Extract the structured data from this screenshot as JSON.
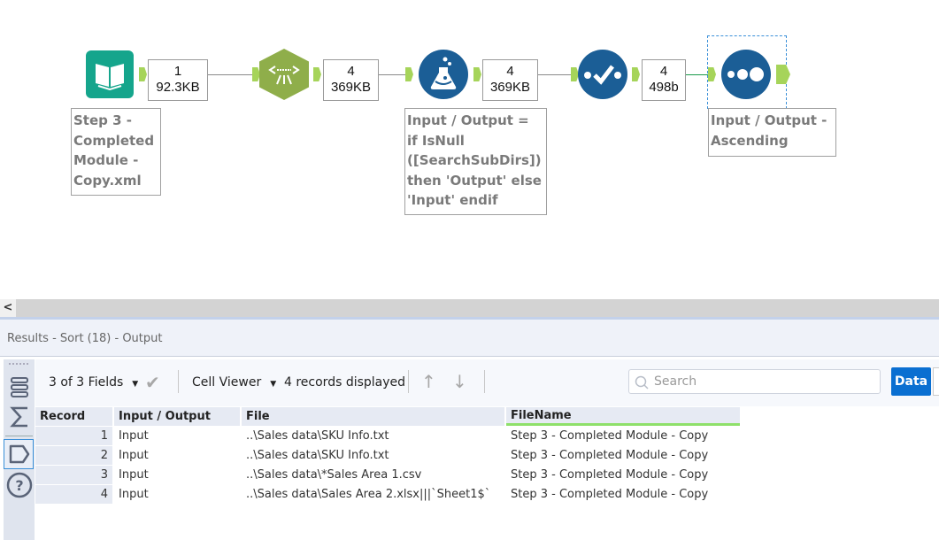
{
  "workflow": {
    "tools": [
      {
        "name": "input-data",
        "icon": "book-icon",
        "color": "#15a58c"
      },
      {
        "name": "directory",
        "icon": "directory-icon",
        "color": "#8fae4a"
      },
      {
        "name": "formula",
        "icon": "flask-icon",
        "color": "#1b5e96"
      },
      {
        "name": "select",
        "icon": "check-icon",
        "color": "#1b5e96"
      },
      {
        "name": "sort",
        "icon": "dots-icon",
        "color": "#1b5e96"
      }
    ],
    "connections": [
      {
        "records": "1",
        "size": "92.3KB"
      },
      {
        "records": "4",
        "size": "369KB"
      },
      {
        "records": "4",
        "size": "369KB"
      },
      {
        "records": "4",
        "size": "498b"
      }
    ],
    "annotations": {
      "input": "Step 3 -\nCompleted\nModule -\nCopy.xml",
      "formula": "Input / Output =\nif IsNull\n([SearchSubDirs])\nthen 'Output' else\n'Input' endif",
      "sort": "Input / Output -\nAscending"
    }
  },
  "results": {
    "title": "Results - Sort (18) - Output",
    "fields_label": "3 of 3 Fields",
    "viewer_label": "Cell Viewer",
    "records_displayed": "4 records displayed",
    "search_placeholder": "Search",
    "data_button": "Data",
    "columns": [
      "Record",
      "Input / Output",
      "File",
      "FileName"
    ],
    "rows": [
      [
        "1",
        "Input",
        "..\\Sales data\\SKU Info.txt",
        "Step 3 - Completed Module - Copy"
      ],
      [
        "2",
        "Input",
        "..\\Sales data\\SKU Info.txt",
        "Step 3 - Completed Module - Copy"
      ],
      [
        "3",
        "Input",
        "..\\Sales data\\*Sales Area 1.csv",
        "Step 3 - Completed Module - Copy"
      ],
      [
        "4",
        "Input",
        "..\\Sales data\\Sales Area 2.xlsx|||`Sheet1$`",
        "Step 3 - Completed Module - Copy"
      ]
    ]
  },
  "scroll_left": "<",
  "accent": "#0a6fd1"
}
